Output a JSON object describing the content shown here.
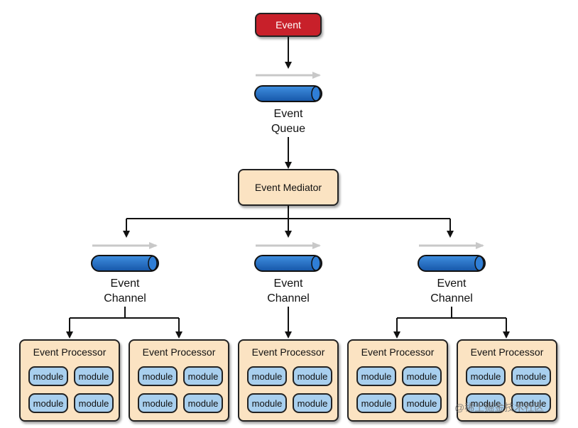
{
  "event": "Event",
  "event_queue": {
    "line1": "Event",
    "line2": "Queue"
  },
  "mediator": "Event Mediator",
  "channels": [
    {
      "line1": "Event",
      "line2": "Channel"
    },
    {
      "line1": "Event",
      "line2": "Channel"
    },
    {
      "line1": "Event",
      "line2": "Channel"
    }
  ],
  "processors": [
    {
      "title": "Event Processor",
      "modules": [
        "module",
        "module",
        "module",
        "module"
      ]
    },
    {
      "title": "Event Processor",
      "modules": [
        "module",
        "module",
        "module",
        "module"
      ]
    },
    {
      "title": "Event Processor",
      "modules": [
        "module",
        "module",
        "module",
        "module"
      ]
    },
    {
      "title": "Event Processor",
      "modules": [
        "module",
        "module",
        "module",
        "module"
      ]
    },
    {
      "title": "Event Processor",
      "modules": [
        "module",
        "module",
        "module",
        "module"
      ]
    }
  ],
  "watermark": "@稀土掘金技术社区",
  "colors": {
    "event_fill": "#c8202a",
    "box_fill": "#fbe3c2",
    "module_fill": "#a8cfee",
    "pipe_fill": "#1f6fc5",
    "flow_arrow": "#c8c8c8"
  }
}
